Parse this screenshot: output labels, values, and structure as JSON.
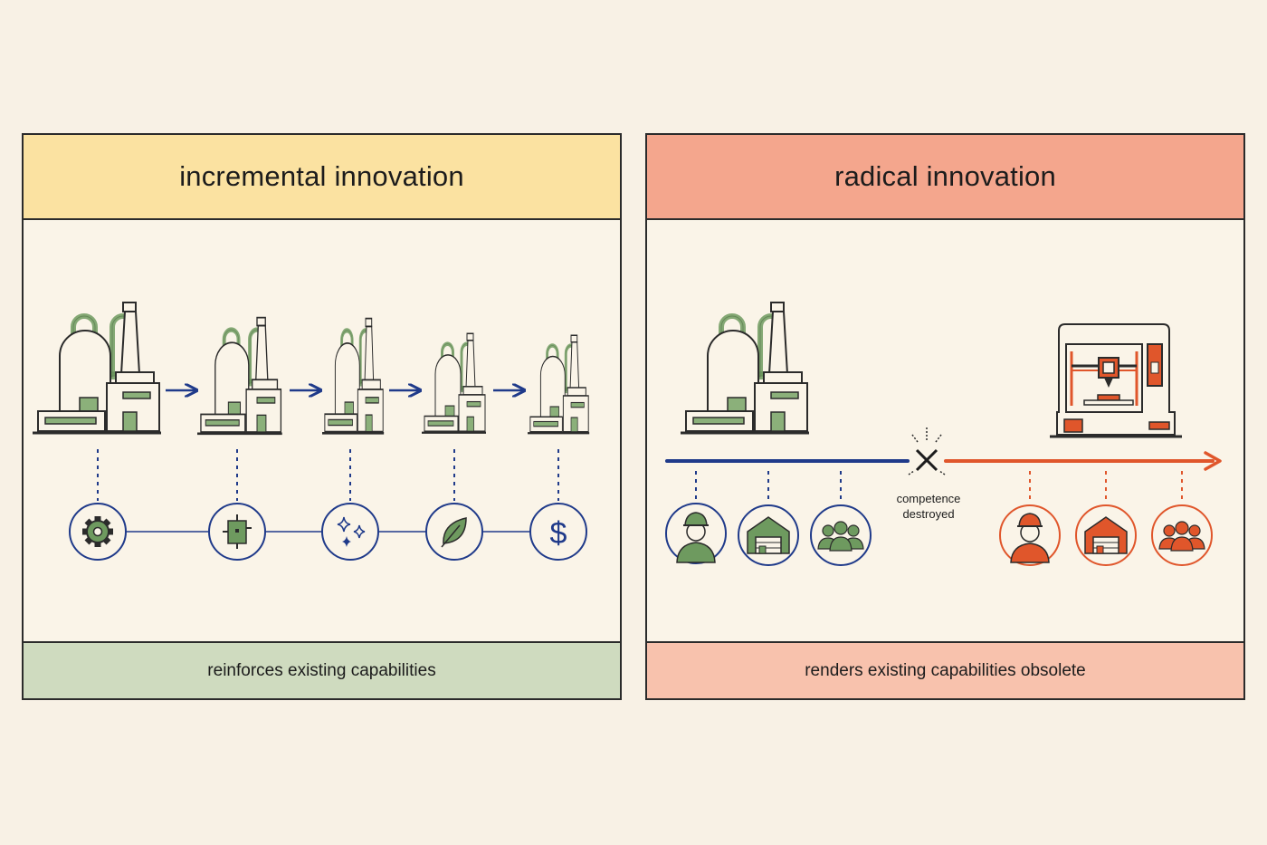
{
  "left_panel": {
    "title": "incremental innovation",
    "footer": "reinforces existing capabilities",
    "stage_icons": [
      "gear-icon",
      "component-icon",
      "sparkle-icon",
      "leaf-icon",
      "dollar-icon"
    ]
  },
  "right_panel": {
    "title": "radical innovation",
    "footer": "renders existing capabilities obsolete",
    "break_label_line1": "competence",
    "break_label_line2": "destroyed",
    "old_icons": [
      "worker-icon",
      "warehouse-icon",
      "team-icon"
    ],
    "new_icons": [
      "worker-icon",
      "warehouse-icon",
      "team-icon"
    ]
  },
  "colors": {
    "factory_green": "#6e9a5f",
    "navy": "#1f3a8a",
    "orange": "#e0562b",
    "left_header": "#fbe2a1",
    "right_header": "#f4a68d",
    "left_footer": "#cfdbbf",
    "right_footer": "#f8c2ad"
  }
}
